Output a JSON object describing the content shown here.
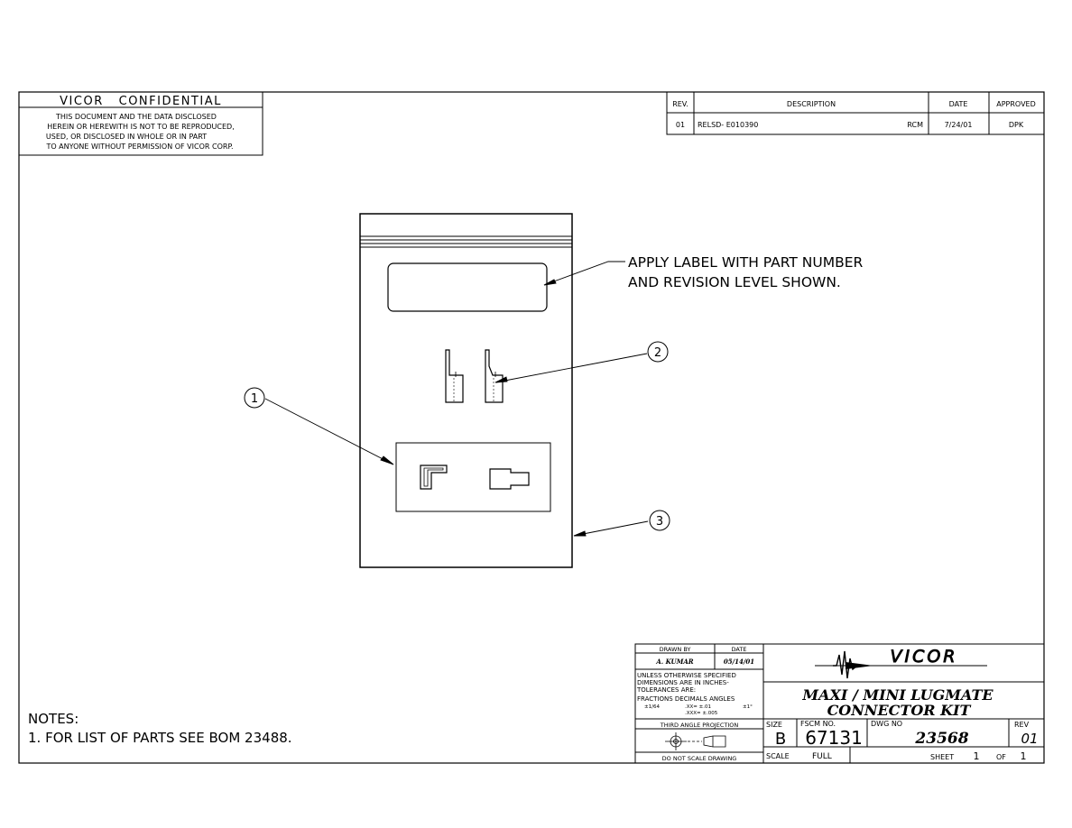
{
  "confidential": {
    "title": "VICOR   CONFIDENTIAL",
    "lines": [
      "THIS DOCUMENT AND THE DATA DISCLOSED",
      "HEREIN OR HEREWITH IS NOT TO BE REPRODUCED,",
      "USED, OR DISCLOSED IN WHOLE OR IN PART",
      "TO ANYONE WITHOUT PERMISSION OF VICOR CORP."
    ]
  },
  "revision_table": {
    "headers": {
      "rev": "REV.",
      "description": "DESCRIPTION",
      "date": "DATE",
      "approved": "APPROVED"
    },
    "row": {
      "rev": "01",
      "description": "RELSD- E010390",
      "by": "RCM",
      "date": "7/24/01",
      "approved": "DPK"
    }
  },
  "callouts": {
    "label_note_line1": "APPLY LABEL WITH PART NUMBER",
    "label_note_line2": "AND REVISION LEVEL SHOWN.",
    "balloon_1": "1",
    "balloon_2": "2",
    "balloon_3": "3"
  },
  "notes": {
    "heading": "NOTES:",
    "item_1": "1. FOR LIST OF PARTS SEE BOM 23488."
  },
  "title_block": {
    "drawn_by_label": "DRAWN BY",
    "date_label": "DATE",
    "drawn_by": "A. KUMAR",
    "drawn_date": "05/14/01",
    "tolerance_lines": [
      "UNLESS OTHERWISE SPECIFIED",
      "DIMENSIONS ARE IN INCHES-",
      "TOLERANCES ARE:",
      "FRACTIONS  DECIMALS  ANGLES"
    ],
    "tol_fraction": "±1/64",
    "tol_decimal_xx": ".XX= ±.01",
    "tol_decimal_xxx": ".XXX= ±.005",
    "tol_angle": "±1°",
    "projection_label": "THIRD ANGLE PROJECTION",
    "do_not_scale": "DO NOT SCALE DRAWING",
    "company": "VICOR",
    "title_line1": "MAXI / MINI LUGMATE",
    "title_line2": "CONNECTOR KIT",
    "size_label": "SIZE",
    "size": "B",
    "fscm_label": "FSCM NO.",
    "fscm": "67131",
    "dwg_label": "DWG NO",
    "dwg": "23568",
    "rev_label": "REV",
    "rev": "01",
    "scale_label": "SCALE",
    "scale": "FULL",
    "sheet_label": "SHEET",
    "sheet": "1",
    "of_label": "OF",
    "sheets": "1"
  }
}
